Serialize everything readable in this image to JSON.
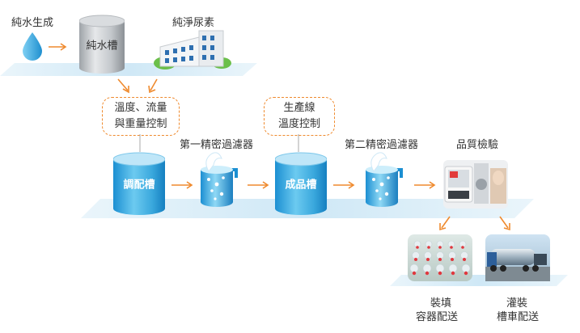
{
  "labels": {
    "pure_water_gen": "純水生成",
    "pure_water_tank": "純水槽",
    "pure_urea": "純淨尿素",
    "temp_flow_weight_1": "溫度、流量",
    "temp_flow_weight_2": "與重量控制",
    "mixing_tank": "調配槽",
    "first_filter": "第一精密過濾器",
    "prod_line_1": "生產線",
    "prod_line_2": "溫度控制",
    "finished_tank": "成品槽",
    "second_filter": "第二精密過濾器",
    "quality_check": "品質檢驗",
    "container_delivery_1": "裝填",
    "container_delivery_2": "容器配送",
    "tanker_delivery_1": "灌裝",
    "tanker_delivery_2": "槽車配送"
  },
  "colors": {
    "accent_orange": "#ef8a2e",
    "water_blue": "#3aa8dd",
    "platform_blue": "#d6ecf8"
  },
  "icons": {
    "water_drop": "water-drop-icon",
    "factory": "factory-icon",
    "filter": "filter-icon",
    "inspection": "inspection-machine-icon",
    "bottles": "bottles-icon",
    "tanker": "tanker-truck-icon"
  }
}
